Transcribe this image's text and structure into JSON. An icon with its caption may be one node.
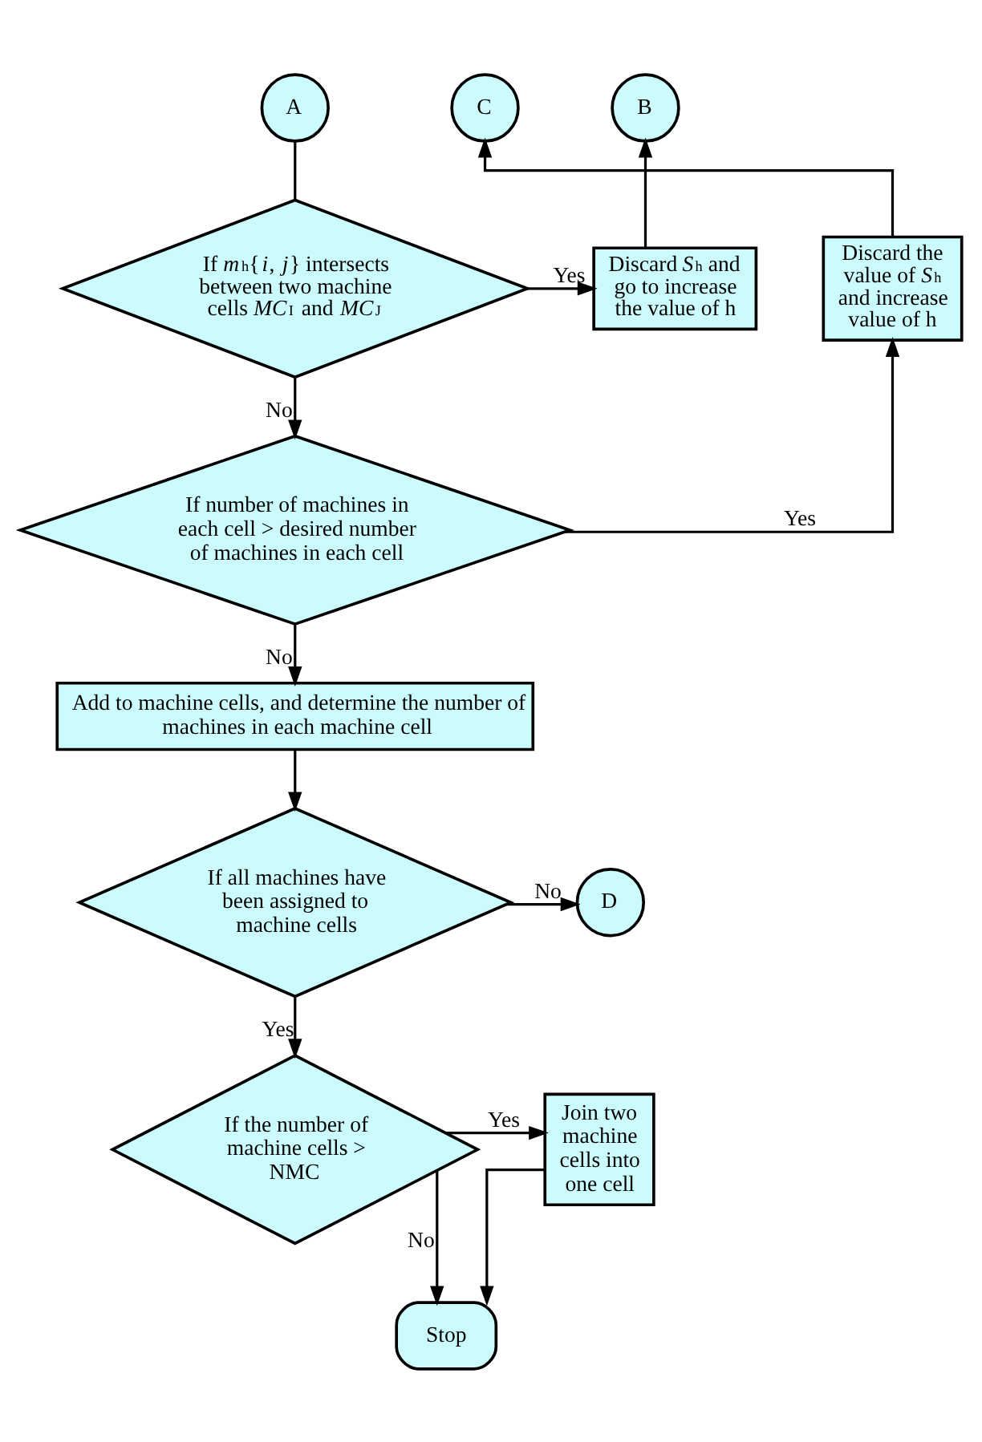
{
  "diagram": {
    "nodes": [
      {
        "text": [
          "A"
        ]
      },
      {
        "text": [
          "B"
        ]
      },
      {
        "text": [
          "C"
        ]
      },
      {
        "text": [
          "Discard the value of *S*$_{h}$ and increase value of h"
        ]
      },
      {
        "text": [
          "If *m*$_{h}${*i*, *j*} intersects between two machine cells *MC*$_{I}$ and *MC*$_{J}$"
        ]
      },
      {
        "text": [
          "Discard *S*$_{h}$ and go to increase the value of h"
        ]
      },
      {
        "text": [
          "If number of machines in each cell > desired number of machines in each cell"
        ]
      },
      {
        "text": [
          "Add to machine cells, and determine the number of machines in each machine cell"
        ]
      },
      {
        "text": [
          "D"
        ]
      },
      {
        "text": [
          "If all machines have been assigned to machine cells"
        ]
      },
      {
        "text": [
          "Join two machine cells into one cell"
        ]
      },
      {
        "text": [
          "If the number of machine cells > NMC"
        ]
      },
      {
        "text": [
          "Stop"
        ]
      }
    ],
    "edges": [
      {
        "from": 0,
        "to": 4,
        "arrow": "none"
      },
      {
        "from": 4,
        "to": 5,
        "arrow": "to",
        "label": "Yes"
      },
      {
        "from": 5,
        "to": 1,
        "arrow": "to"
      },
      {
        "from": 4,
        "to": 6,
        "arrow": "to",
        "label": "No"
      },
      {
        "from": 6,
        "to": 3,
        "arrow": "to",
        "label": "Yes"
      },
      {
        "from": 3,
        "to": 2,
        "arrow": "to"
      },
      {
        "from": 6,
        "to": 7,
        "arrow": "to",
        "label": "No"
      },
      {
        "from": 7,
        "to": 9,
        "arrow": "to"
      },
      {
        "from": 9,
        "to": 8,
        "arrow": "to",
        "label": "No"
      },
      {
        "from": 9,
        "to": 11,
        "arrow": "to",
        "label": "Yes"
      },
      {
        "from": 11,
        "to": 10,
        "arrow": "to",
        "label": "Yes"
      },
      {
        "from": 11,
        "to": 12,
        "arrow": "to",
        "label": "No"
      },
      {
        "from": 10,
        "to": 12,
        "arrow": "to"
      }
    ]
  }
}
